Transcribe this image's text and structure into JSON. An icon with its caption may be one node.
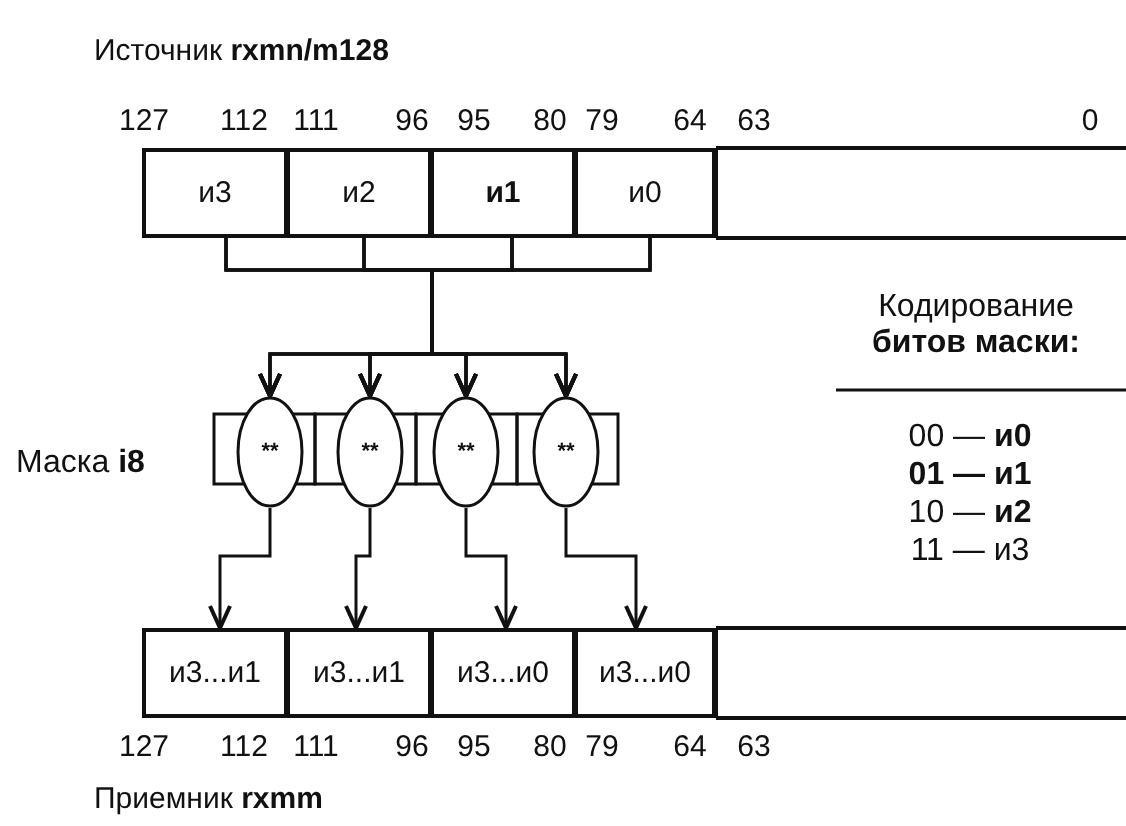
{
  "diagram": {
    "title": "Источник **rxmn/m128**",
    "caption": "Приемник **rxmm**",
    "nodes": [
      {
        "text": [
          "и3"
        ]
      },
      {
        "text": [
          "и2"
        ]
      },
      {
        "text": [
          "и1"
        ]
      },
      {
        "text": [
          "и0"
        ]
      },
      {
        "text": [
          "**"
        ]
      },
      {
        "text": [
          "**"
        ]
      },
      {
        "text": [
          "**"
        ]
      },
      {
        "text": [
          "**"
        ]
      },
      {
        "text": [
          "и3...и1"
        ]
      },
      {
        "text": [
          "и3...и1"
        ]
      },
      {
        "text": [
          "и3...и0"
        ]
      },
      {
        "text": [
          "и3...и0"
        ]
      }
    ],
    "edges": [
      {
        "from": 0,
        "to": 4,
        "arrow": "to"
      },
      {
        "from": 0,
        "to": 5,
        "arrow": "to"
      },
      {
        "from": 0,
        "to": 6,
        "arrow": "to"
      },
      {
        "from": 0,
        "to": 7,
        "arrow": "to"
      },
      {
        "from": 1,
        "to": 4,
        "arrow": "to"
      },
      {
        "from": 1,
        "to": 5,
        "arrow": "to"
      },
      {
        "from": 1,
        "to": 6,
        "arrow": "to"
      },
      {
        "from": 1,
        "to": 7,
        "arrow": "to"
      },
      {
        "from": 2,
        "to": 4,
        "arrow": "to"
      },
      {
        "from": 2,
        "to": 5,
        "arrow": "to"
      },
      {
        "from": 2,
        "to": 6,
        "arrow": "to"
      },
      {
        "from": 2,
        "to": 7,
        "arrow": "to"
      },
      {
        "from": 3,
        "to": 4,
        "arrow": "to"
      },
      {
        "from": 3,
        "to": 5,
        "arrow": "to"
      },
      {
        "from": 3,
        "to": 6,
        "arrow": "to"
      },
      {
        "from": 3,
        "to": 7,
        "arrow": "to"
      },
      {
        "from": 4,
        "to": 8,
        "arrow": "to"
      },
      {
        "from": 5,
        "to": 9,
        "arrow": "to"
      },
      {
        "from": 6,
        "to": 10,
        "arrow": "to"
      },
      {
        "from": 7,
        "to": 11,
        "arrow": "to"
      }
    ],
    "labels": [
      "127",
      "112",
      "111",
      "96",
      "95",
      "80",
      "79",
      "64",
      "63",
      "0",
      "Кодирование **битов маски:**",
      "Маска **i8**",
      "00 — **и0**",
      "**01 — и1**",
      "10 — **и2**",
      "11 — и3",
      "127",
      "112",
      "111",
      "96",
      "95",
      "80",
      "79",
      "64",
      "63"
    ]
  }
}
